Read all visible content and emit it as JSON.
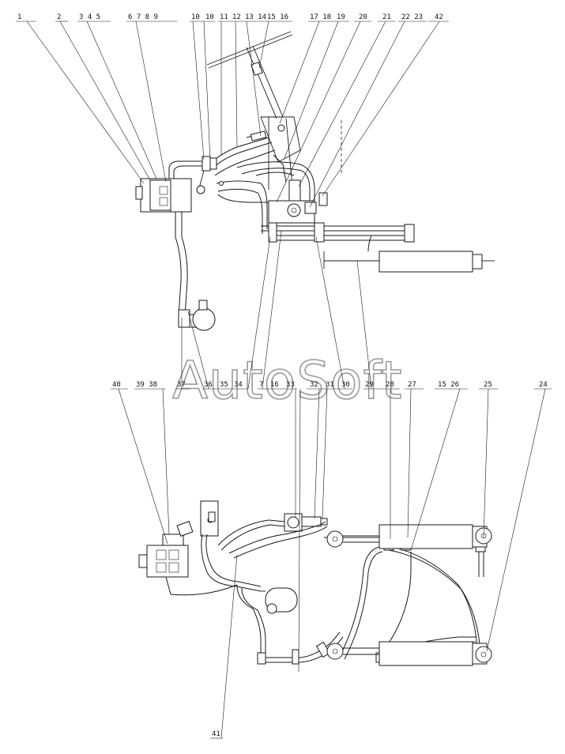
{
  "watermark": "AutoSoft",
  "top_callouts": {
    "c1": "1",
    "c2": "2",
    "c3": "3 4 5",
    "c6": "6 7 8 9",
    "c10a": "10",
    "c10b": "10",
    "c11": "11",
    "c12": "12",
    "c13": "13 14",
    "c15": "15 16",
    "c17": "17 18",
    "c19": "19",
    "c20": "20",
    "c21": "21",
    "c22": "22 23",
    "c42": "42"
  },
  "mid_callouts": {
    "c37": "37",
    "c36": "36",
    "c35": "35",
    "c34": "34",
    "c7": "7",
    "c16": "16",
    "c33": "33",
    "c32": "32",
    "c31": "31",
    "c30": "30",
    "c29": "29",
    "c28": "28",
    "c27": "27",
    "c15_26": "15 26",
    "c25": "25",
    "c24": "24",
    "c40": "40",
    "c39": "39 38"
  },
  "bottom_callouts": {
    "c41": "41"
  }
}
